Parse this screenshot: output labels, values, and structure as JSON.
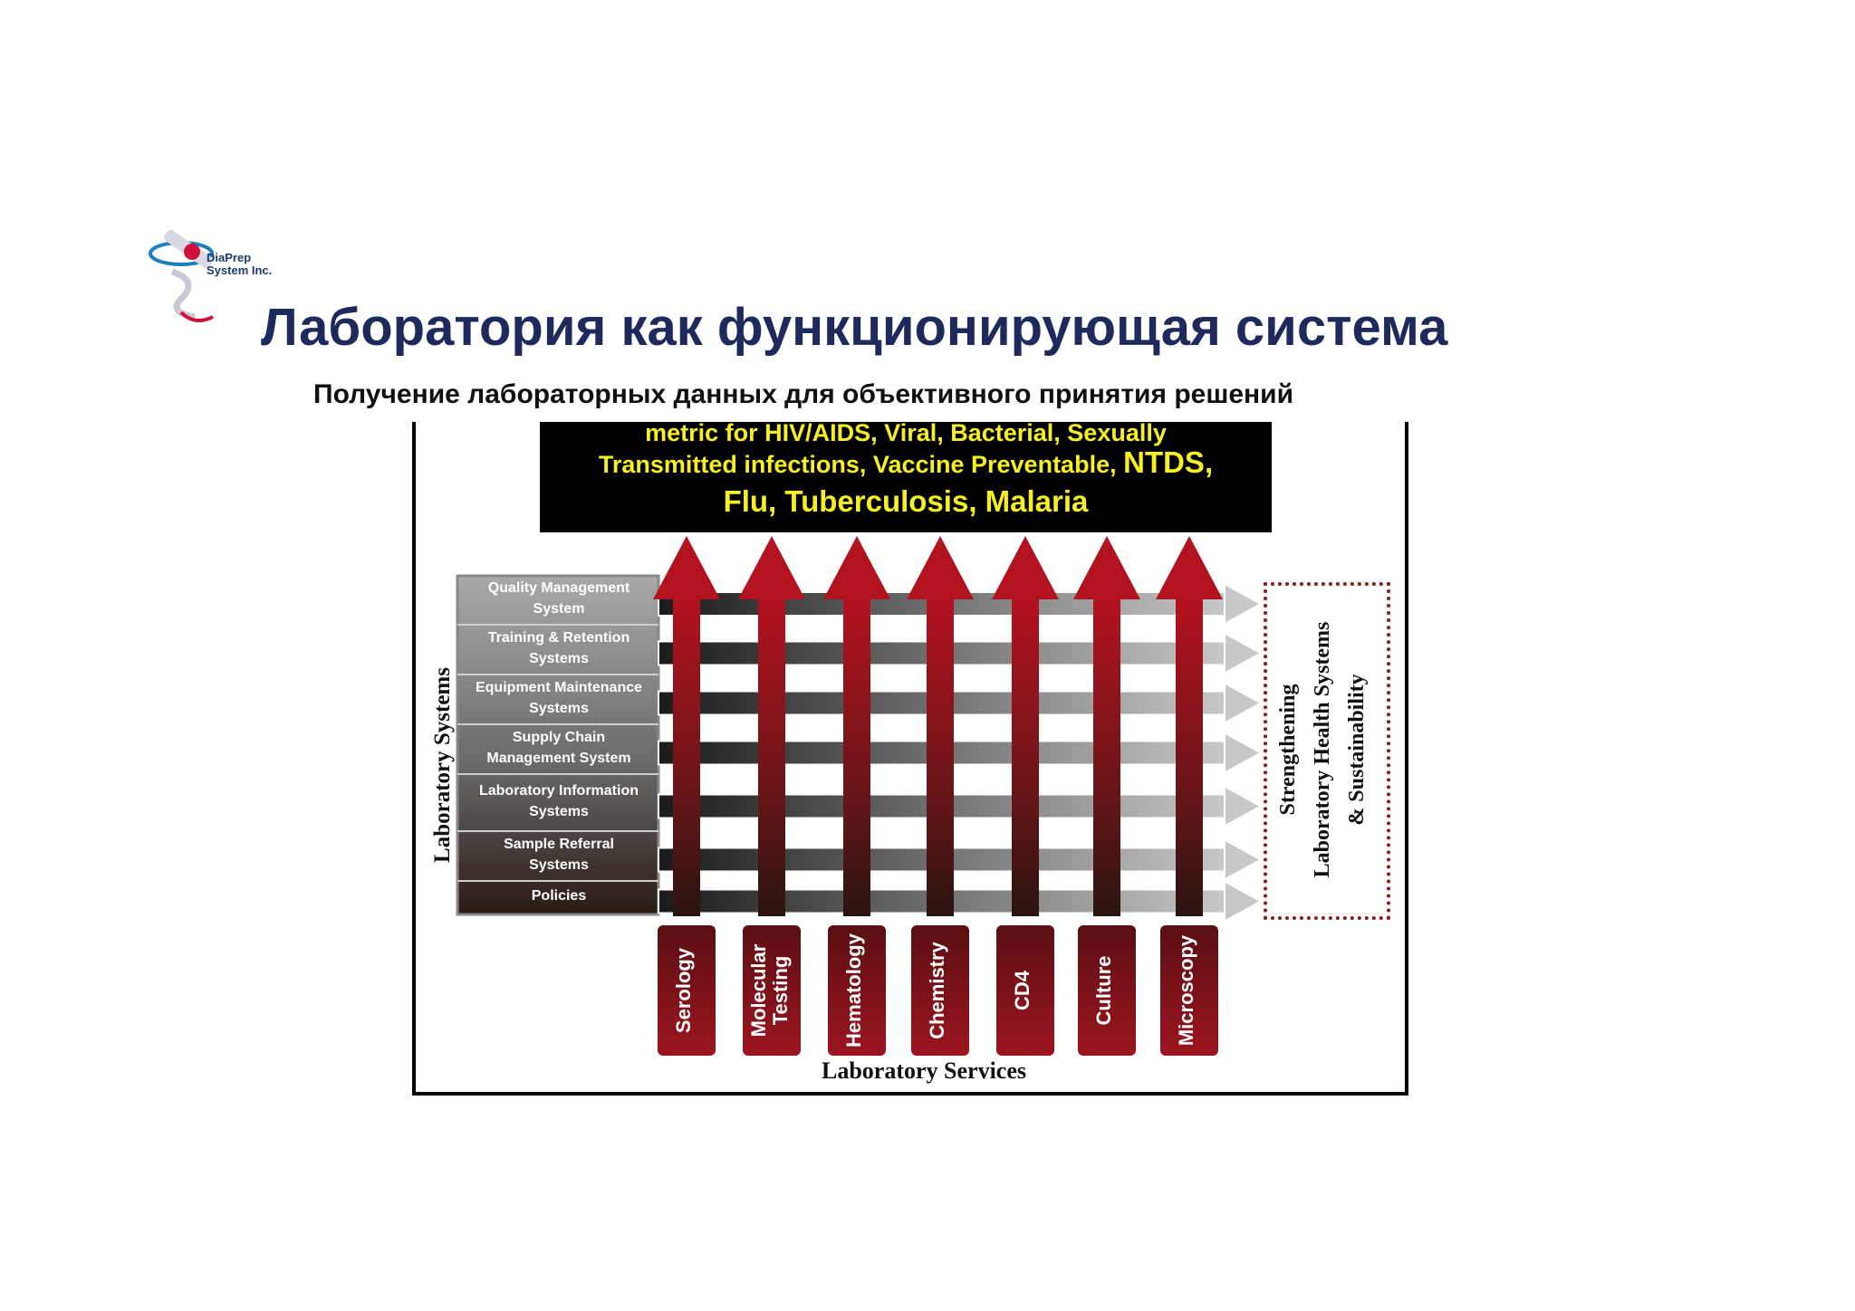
{
  "logo": {
    "text_line1": "DiaPrep",
    "text_line2": "System Inc."
  },
  "header": {
    "title": "Лаборатория как функционирующая система",
    "subtitle": "Получение лабораторных данных для объективного принятия решений"
  },
  "banner": {
    "line1": "metric for  HIV/AIDS, Viral, Bacterial, Sexually",
    "line2": "Transmitted infections, Vaccine Preventable,",
    "line2_emph": "NTDS,",
    "line3": "Flu, Tuberculosis, Malaria"
  },
  "laboratory_systems": {
    "label": "Laboratory Systems",
    "items": [
      {
        "line1": "Quality  Management",
        "line2": "System"
      },
      {
        "line1": "Training & Retention",
        "line2": "Systems"
      },
      {
        "line1": "Equipment Maintenance",
        "line2": "Systems"
      },
      {
        "line1": "Supply Chain",
        "line2": "Management System"
      },
      {
        "line1": "Laboratory Information",
        "line2": "Systems"
      },
      {
        "line1": "Sample Referral",
        "line2": "Systems"
      },
      {
        "line1": "Policies",
        "line2": ""
      }
    ]
  },
  "laboratory_services": {
    "label": "Laboratory Services",
    "items": [
      {
        "line1": "Serology",
        "line2": ""
      },
      {
        "line1": "Molecular",
        "line2": "Testing"
      },
      {
        "line1": "Hematology",
        "line2": ""
      },
      {
        "line1": "Chemistry",
        "line2": ""
      },
      {
        "line1": "CD4",
        "line2": ""
      },
      {
        "line1": "Culture",
        "line2": ""
      },
      {
        "line1": "Microscopy",
        "line2": ""
      }
    ]
  },
  "outcome": {
    "line1": "Strengthening",
    "line2": "Laboratory Health Systems",
    "line3": "& Sustainability"
  },
  "colors": {
    "title": "#1f2a5c",
    "banner_text": "#f6ef22",
    "arrow_red": "#a3141f",
    "outcome_border": "#8b1a1a"
  }
}
